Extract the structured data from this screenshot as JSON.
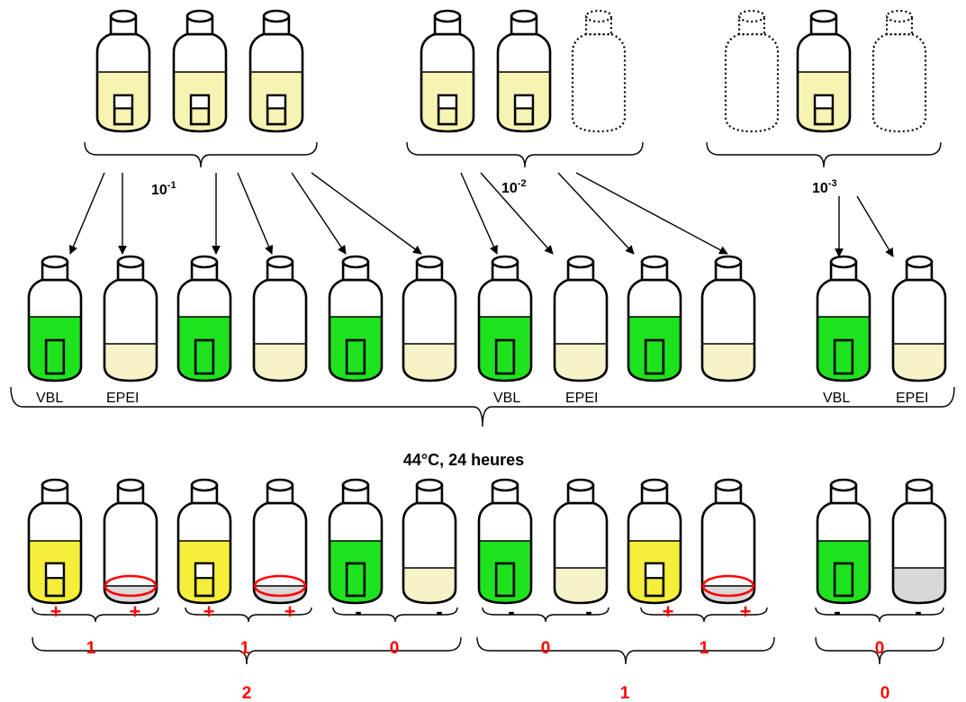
{
  "dilutions": {
    "d1": "10",
    "d1_exp": "-1",
    "d2": "10",
    "d2_exp": "-2",
    "d3": "10",
    "d3_exp": "-3"
  },
  "media": {
    "vbl": "VBL",
    "epei": "EPEI"
  },
  "incubation": "44°C, 24 heures",
  "results": {
    "signs": [
      "+",
      "+",
      "+",
      "+",
      "-",
      "-",
      "-",
      "-",
      "+",
      "+",
      "-",
      "-"
    ],
    "pair_counts": [
      "1",
      "1",
      "0",
      "0",
      "1",
      "0"
    ],
    "group_totals": [
      "2",
      "1",
      "0"
    ]
  },
  "colors": {
    "pale_yellow": "#f7f3b2",
    "bright_yellow": "#f5ee3a",
    "green": "#1fe21f",
    "cream": "#f7f3c8",
    "gray": "#d8d8d8",
    "red": "#ff0000"
  }
}
